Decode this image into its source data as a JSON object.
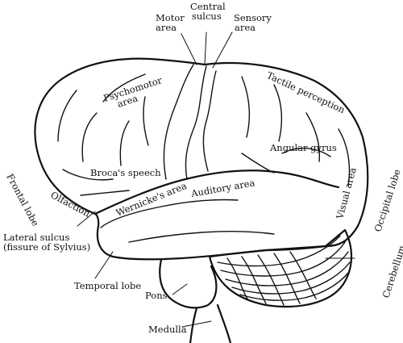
{
  "labels": {
    "motor_area": [
      "Motor",
      "area"
    ],
    "central_sulcus": [
      "Central",
      "sulcus"
    ],
    "sensory_area": [
      "Sensory",
      "area"
    ],
    "psychomotor_area": [
      "Psychomotor",
      "area"
    ],
    "tactile_perception": "Tactile perception",
    "angular_gyrus": "Angular gyrus",
    "brocas_speech": "Broca's speech",
    "auditory_area": "Auditory area",
    "wernickes_area": "Wernicke's area",
    "olfaction": "Olfaction",
    "frontal_lobe": "Frontal lobe",
    "visual_area": "Visual area",
    "occipital_lobe": "Occipital lobe",
    "lateral_sulcus": [
      "Lateral sulcus",
      "(fissure of Sylvius)"
    ],
    "temporal_lobe": "Temporal lobe",
    "cerebellum": "Cerebellum",
    "pons": "Pons",
    "medulla": "Medulla"
  }
}
